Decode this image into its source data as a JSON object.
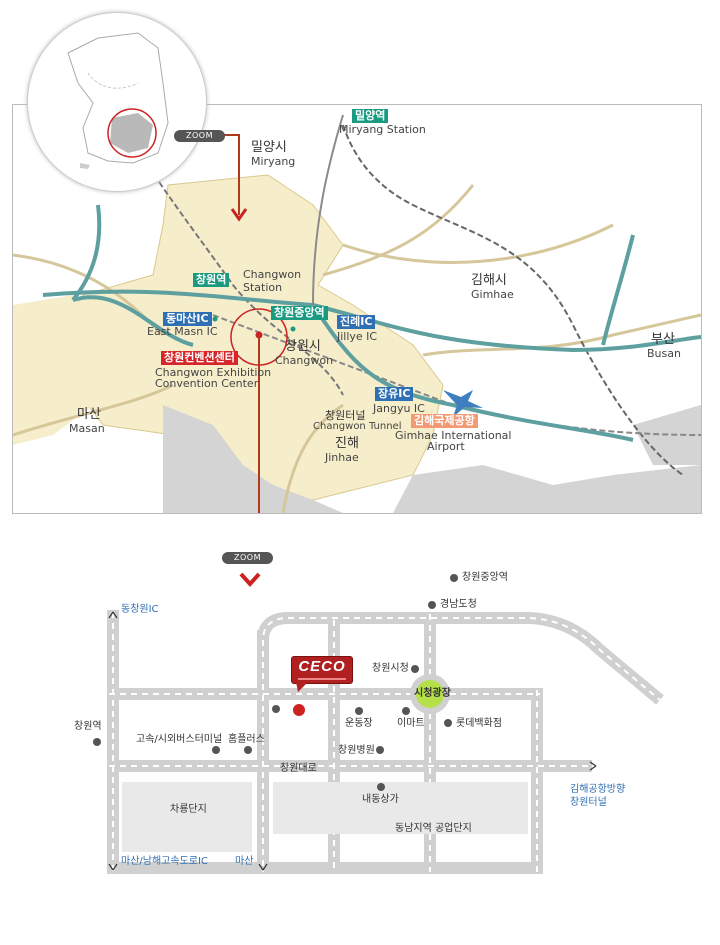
{
  "zoom_label": "ZOOM",
  "regional": {
    "cities": {
      "miryang_ko": "밀양시",
      "miryang_en": "Miryang",
      "gimhae_ko": "김해시",
      "gimhae_en": "Gimhae",
      "busan_ko": "부산",
      "busan_en": "Busan",
      "masan_ko": "마산",
      "masan_en": "Masan",
      "jinhae_ko": "진해",
      "jinhae_en": "Jinhae",
      "changwon_ko": "창원시",
      "changwon_en": "Changwon"
    },
    "stations": {
      "miryang_ko": "밀양역",
      "miryang_en": "Miryang Station",
      "changwon_ko": "창원역",
      "changwon_en_1": "Changwon",
      "changwon_en_2": "Station",
      "central_ko": "창원중앙역"
    },
    "ics": {
      "eastmasan_ko": "동마산IC",
      "eastmasan_en": "East Masn IC",
      "jillye_ko": "진례IC",
      "jillye_en": "Jillye IC",
      "jangyu_ko": "장유IC",
      "jangyu_en": "Jangyu IC"
    },
    "tunnel_ko": "창원터널",
    "tunnel_en": "Changwon Tunnel",
    "airport_ko": "김해국제공항",
    "airport_en_1": "Gimhae International",
    "airport_en_2": "Airport",
    "center_ko": "창원컨벤션센터",
    "center_en_1": "Changwon Exhibition",
    "center_en_2": "Convention Center"
  },
  "detail": {
    "logo": "CECO",
    "places": {
      "central_station": "창원중앙역",
      "provincial_office": "경남도청",
      "city_hall": "창원시청",
      "city_square": "시청광장",
      "stadium": "운동장",
      "emart": "이마트",
      "lotte": "롯데백화점",
      "hospital": "창원병원",
      "bus_terminal": "고속/시외버스터미널",
      "homeplus": "홈플러스",
      "changwon_station": "창원역",
      "main_road": "창원대로",
      "naedong": "내동상가",
      "chaeryong": "차룡단지",
      "industrial": "동남지역 공업단지"
    },
    "directions": {
      "north": "동창원IC",
      "south_west": "마산/남해고속도로IC",
      "south": "마산",
      "east_1": "김해공항방향",
      "east_2": "창원터널"
    }
  },
  "colors": {
    "land": "#f6eecb",
    "water": "#dcdcdc",
    "highway": "#5e9f9f",
    "arrow": "#cc2222",
    "road": "#cfcfcf",
    "square": "#b6e04a"
  }
}
